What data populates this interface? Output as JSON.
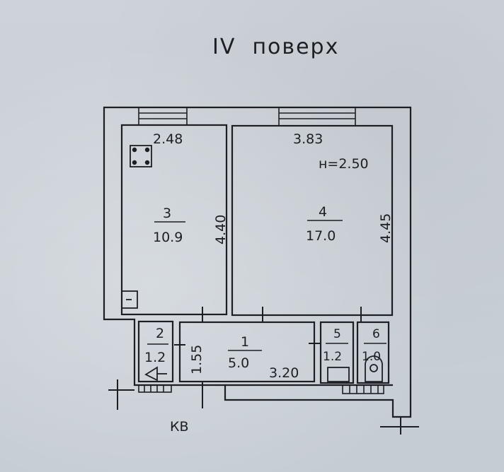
{
  "floor_title": "IV  поверх",
  "ceiling_height": "н=2.50",
  "entrance_label": "КВ",
  "rooms": [
    {
      "id": "1",
      "area": "5.0"
    },
    {
      "id": "2",
      "area": "1.2"
    },
    {
      "id": "3",
      "area": "10.9"
    },
    {
      "id": "4",
      "area": "17.0"
    },
    {
      "id": "5",
      "area": "1.2"
    },
    {
      "id": "6",
      "area": "1.0"
    }
  ],
  "dimensions": {
    "room3_width": "2.48",
    "room3_length": "4.40",
    "room4_width": "3.83",
    "room4_length": "4.45",
    "hall_width": "1.55",
    "hall_length": "3.20"
  },
  "colors": {
    "ink": "#1d1f24",
    "paper": "#c9cfd5"
  }
}
